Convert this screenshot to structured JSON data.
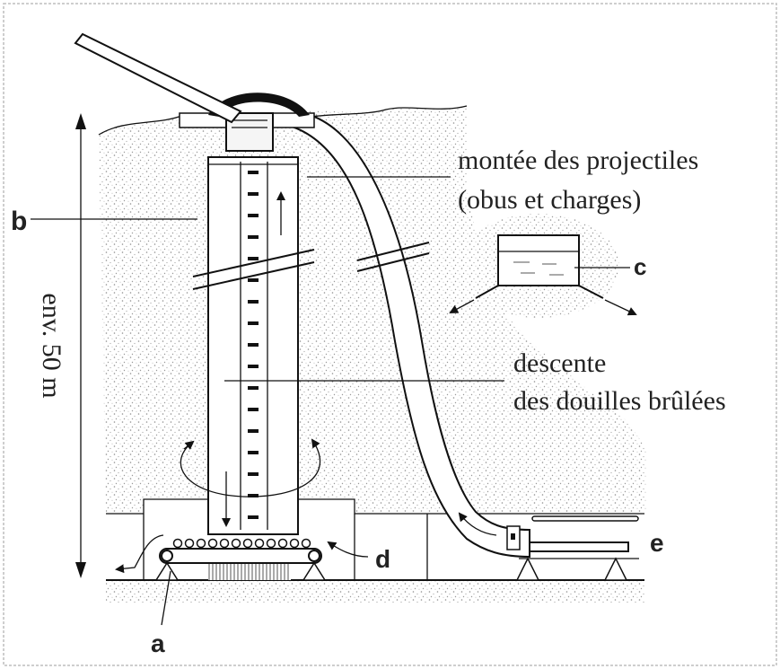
{
  "labels": {
    "a": "a",
    "b": "b",
    "c": "c",
    "d": "d",
    "e": "e",
    "height": "env. 50 m",
    "ascent_line1": "montée des projectiles",
    "ascent_line2": "(obus et charges)",
    "descent_line1": "descente",
    "descent_line2": "des douilles brûlées"
  },
  "colors": {
    "ink": "#111111",
    "stipple": "#9a9a9a",
    "label": "#222222"
  }
}
